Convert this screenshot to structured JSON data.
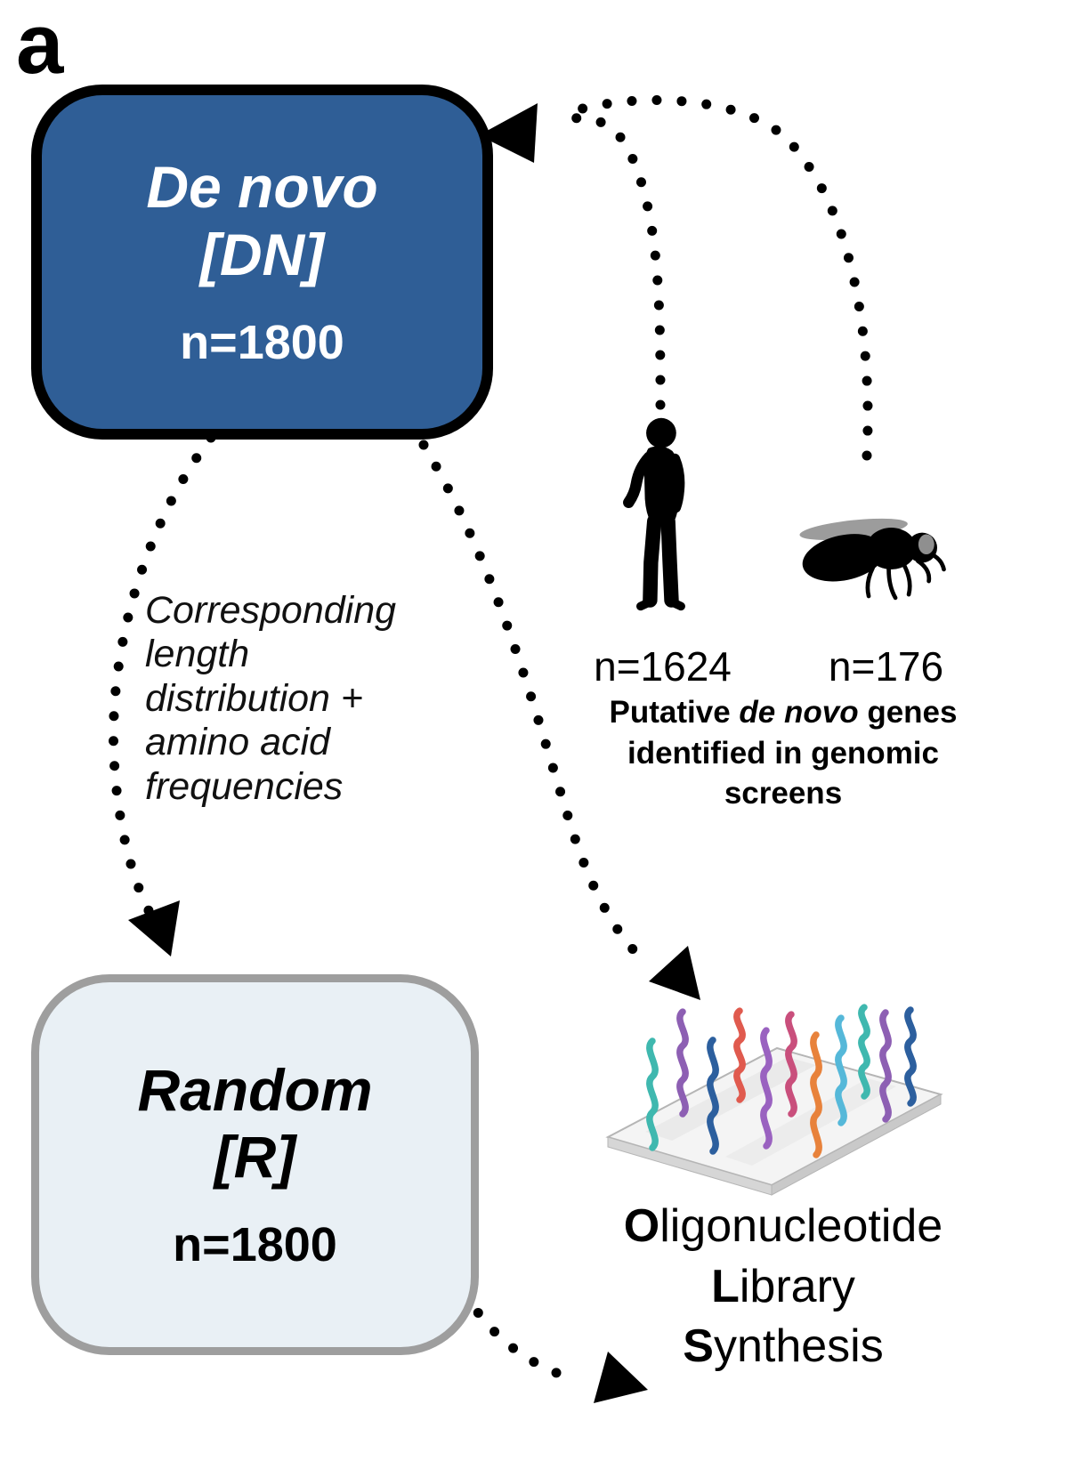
{
  "panel": {
    "label": "a"
  },
  "de_novo_box": {
    "title_line1": "De novo",
    "title_line2": "[DN]",
    "count": "n=1800",
    "fill": "#2f5e96",
    "border": "#000000",
    "text_color": "#ffffff"
  },
  "random_box": {
    "title_line1": "Random",
    "title_line2": "[R]",
    "count": "n=1800",
    "fill": "#e9f0f5",
    "border": "#9e9e9e",
    "text_color": "#000000"
  },
  "left_annotation": {
    "lines": [
      "Corresponding",
      "length",
      "distribution +",
      "amino acid",
      "frequencies"
    ]
  },
  "genomic_screens": {
    "human_count": "n=1624",
    "fly_count": "n=176",
    "caption_prefix": "Putative ",
    "caption_italic": "de novo",
    "caption_suffix": " genes identified in genomic screens"
  },
  "ols_label": {
    "line1_initial": "O",
    "line1_rest": "ligonucleotide",
    "line2_initial": "L",
    "line2_rest": "ibrary",
    "line3_initial": "S",
    "line3_rest": "ynthesis"
  },
  "icons": {
    "human": "human-silhouette",
    "fly": "fly-silhouette",
    "chip": "oligonucleotide-chip",
    "arrows": "dotted-arrow"
  },
  "colors": {
    "arrow": "#000000",
    "chip_plate": "#f4f4f4",
    "chip_edge": "#cfcfcf",
    "wing_gray": "#9c9c9c",
    "squiggles": [
      "#3fb8af",
      "#8d5fb3",
      "#2c5f9e",
      "#e05a4e",
      "#9a62c0",
      "#c94f7c",
      "#e8823b",
      "#55b8d9"
    ]
  }
}
